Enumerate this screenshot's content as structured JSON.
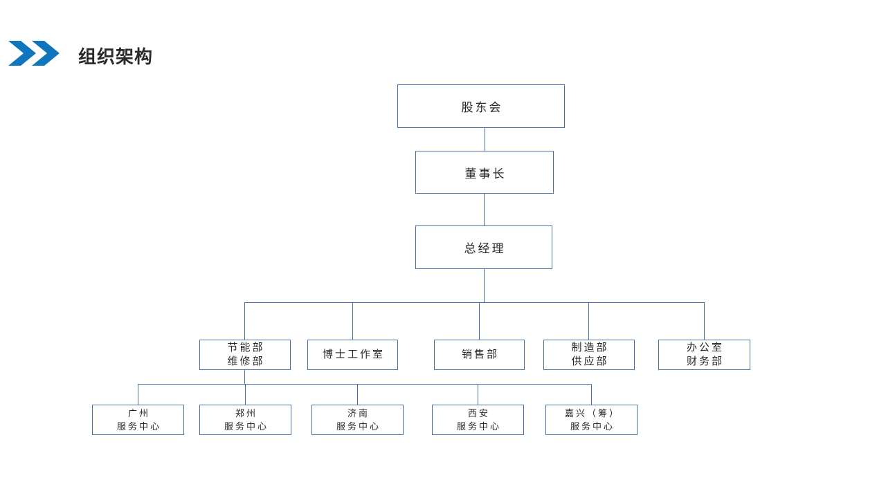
{
  "header": {
    "title": "组织架构",
    "chevron_icon": "double-chevron-right-icon",
    "accent_color": "#0f76bd",
    "title_color": "#2a2a2a"
  },
  "chart": {
    "line_color": "#4472a4",
    "box_border_color": "#4472a4",
    "box_fill_color": "#ffffff",
    "nodes": {
      "shareholders": {
        "line1": "股东会",
        "line2": ""
      },
      "chairman": {
        "line1": "董事长",
        "line2": ""
      },
      "general_manager": {
        "line1": "总经理",
        "line2": ""
      },
      "departments": [
        {
          "line1": "节能部",
          "line2": "维修部"
        },
        {
          "line1": "博士工作室",
          "line2": ""
        },
        {
          "line1": "销售部",
          "line2": ""
        },
        {
          "line1": "制造部",
          "line2": "供应部"
        },
        {
          "line1": "办公室",
          "line2": "财务部"
        }
      ],
      "service_centers": [
        {
          "line1": "广州",
          "line2": "服务中心"
        },
        {
          "line1": "郑州",
          "line2": "服务中心"
        },
        {
          "line1": "济南",
          "line2": "服务中心"
        },
        {
          "line1": "西安",
          "line2": "服务中心"
        },
        {
          "line1": "嘉兴（筹）",
          "line2": "服务中心"
        }
      ]
    }
  }
}
